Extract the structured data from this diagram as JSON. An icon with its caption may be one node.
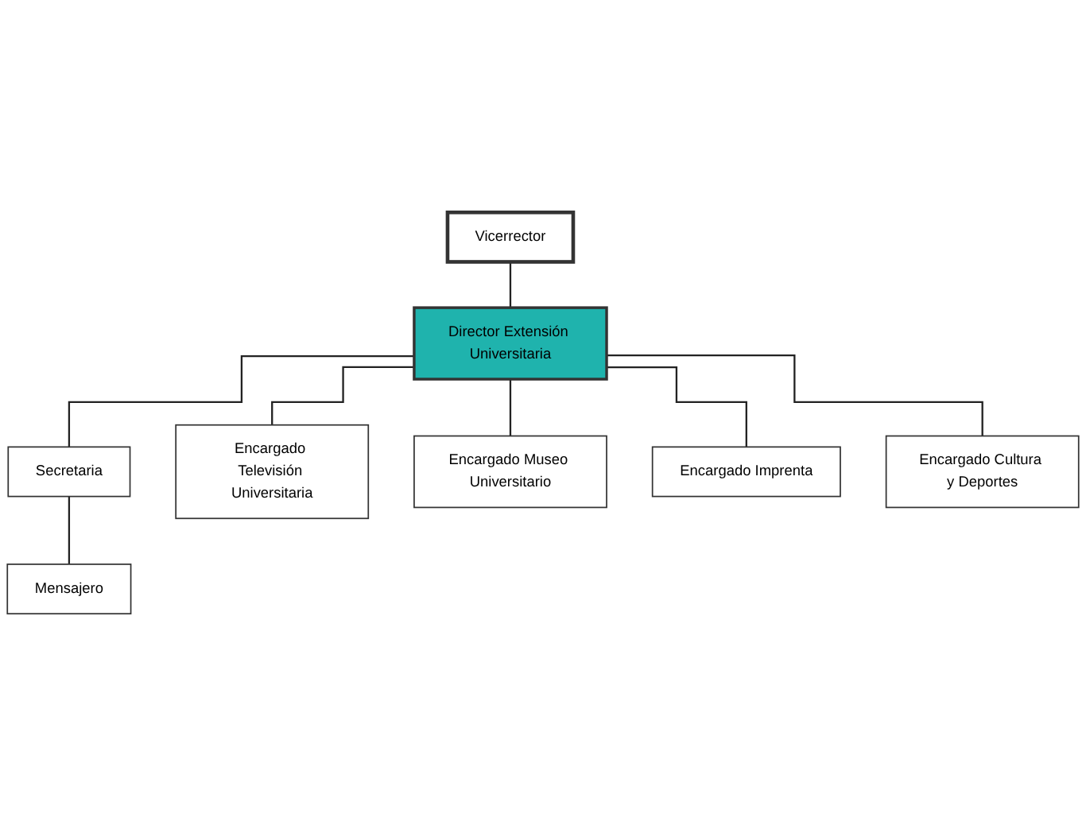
{
  "diagram": {
    "nodes": [
      {
        "text": [
          "Vicerrector"
        ]
      },
      {
        "text": [
          "Director Extensión Universitaria"
        ]
      },
      {
        "text": [
          "Secretaria"
        ]
      },
      {
        "text": [
          "Mensajero"
        ]
      },
      {
        "text": [
          "Encargado Televisión Universitaria"
        ]
      },
      {
        "text": [
          "Encargado Museo Universitario"
        ]
      },
      {
        "text": [
          "Encargado Imprenta"
        ]
      },
      {
        "text": [
          "Encargado Cultura y Deportes"
        ]
      }
    ],
    "edges": [
      {
        "from": 0,
        "to": 1,
        "arrow": "none"
      },
      {
        "from": 1,
        "to": 2,
        "arrow": "none"
      },
      {
        "from": 2,
        "to": 3,
        "arrow": "none"
      },
      {
        "from": 1,
        "to": 4,
        "arrow": "none"
      },
      {
        "from": 1,
        "to": 5,
        "arrow": "none"
      },
      {
        "from": 1,
        "to": 6,
        "arrow": "none"
      },
      {
        "from": 1,
        "to": 7,
        "arrow": "none"
      }
    ]
  }
}
